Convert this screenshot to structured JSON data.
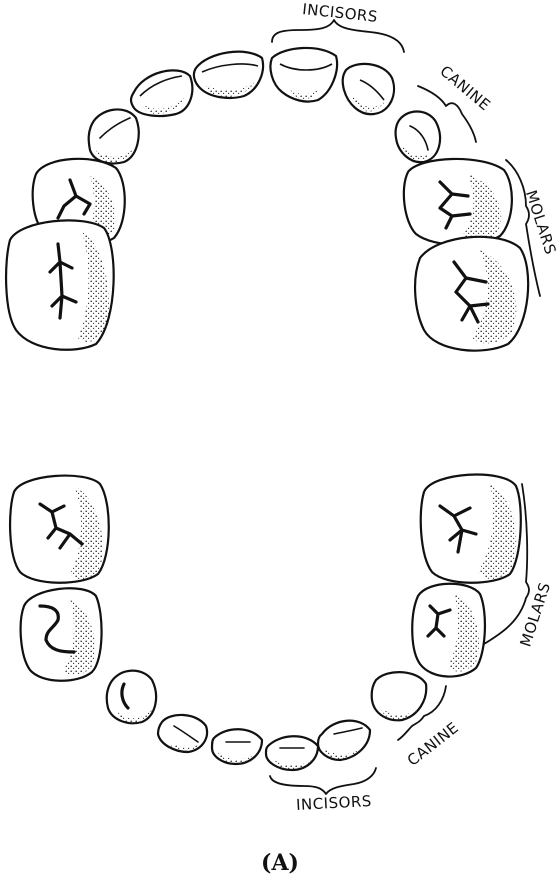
{
  "labels": {
    "upper_incisors": "INCISORS",
    "upper_canine": "CANINE",
    "upper_molars": "MOLARS",
    "lower_molars": "MOLARS",
    "lower_canine": "CANINE",
    "lower_incisors": "INCISORS"
  },
  "caption": "(A)",
  "colors": {
    "ink": "#111111",
    "paper": "#ffffff"
  }
}
